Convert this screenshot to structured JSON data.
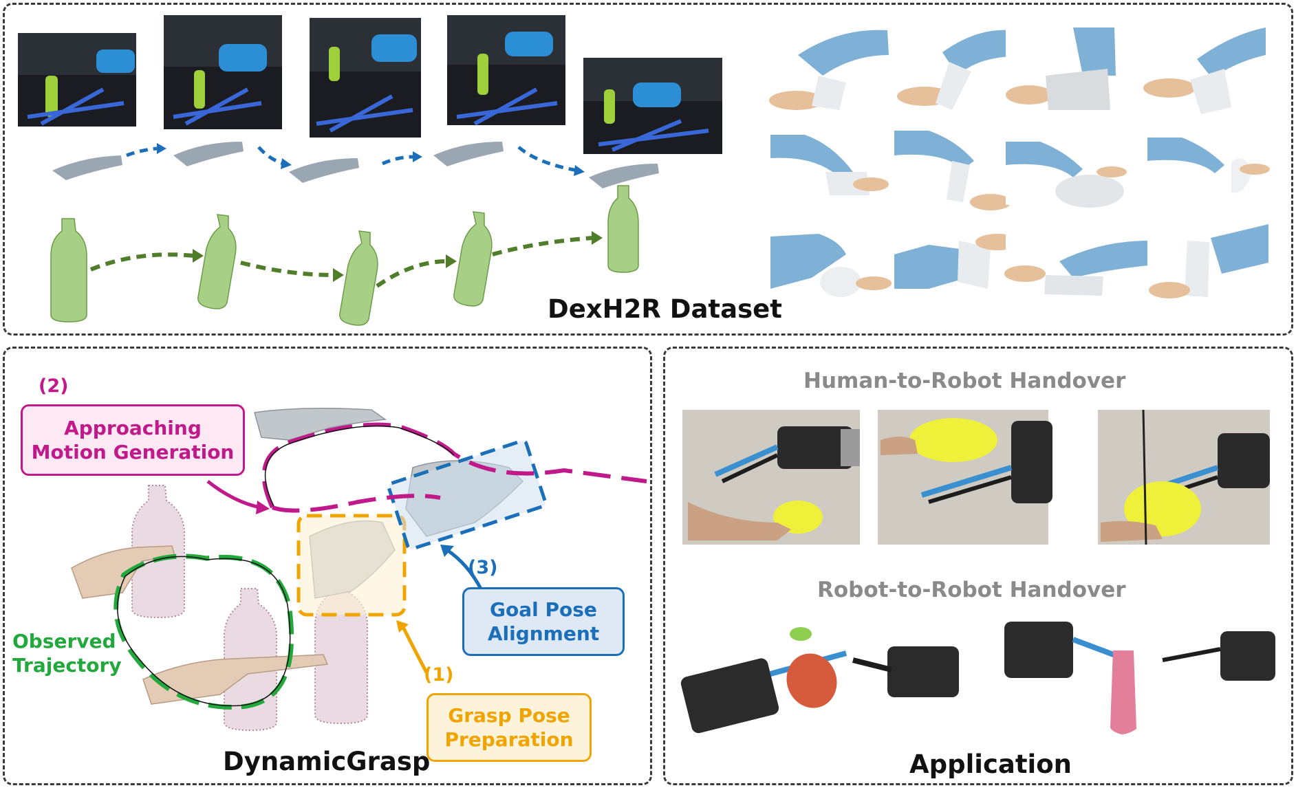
{
  "dataset": {
    "title": "DexH2R Dataset"
  },
  "dynamic": {
    "title": "DynamicGrasp",
    "steps": {
      "s1": "(1)",
      "s2": "(2)",
      "s3": "(3)"
    },
    "boxes": {
      "approaching": "Approaching\nMotion Generation",
      "goal": "Goal Pose\nAlignment",
      "grasp": "Grasp Pose\nPreparation"
    },
    "observed": "Observed\nTrajectory"
  },
  "application": {
    "title": "Application",
    "h2r": "Human-to-Robot Handover",
    "r2r": "Robot-to-Robot Handover"
  },
  "colors": {
    "magenta": "#c0198a",
    "blue": "#1b6fb8",
    "orange": "#f0a400",
    "green": "#22a83c",
    "robot_blue": "#6aa5d0",
    "pointcloud_green": "#8fbf6a",
    "pointcloud_pink": "#b6879c"
  }
}
